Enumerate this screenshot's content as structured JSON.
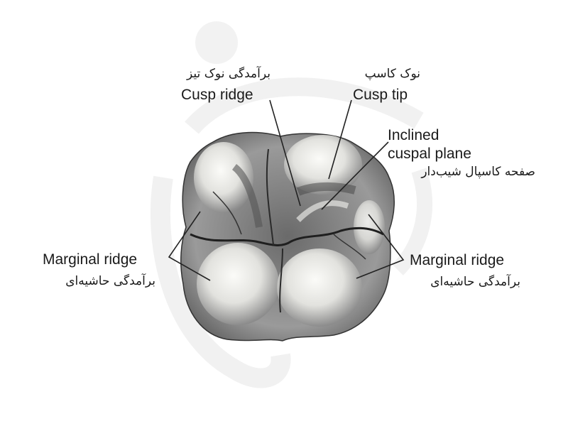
{
  "diagram": {
    "subject": "Occlusal view of a molar tooth",
    "labels": {
      "cusp_ridge": {
        "fa": "برآمدگی نوک تیز",
        "en": "Cusp ridge"
      },
      "cusp_tip": {
        "fa": "نوک کاسپ",
        "en": "Cusp tip"
      },
      "inclined_plane": {
        "en_line1": "Inclined",
        "en_line2": "cuspal plane",
        "fa": "صفحه کاسپال شیب‌دار"
      },
      "marginal_ridge_left": {
        "en": "Marginal ridge",
        "fa": "برآمدگی حاشیه‌ای"
      },
      "marginal_ridge_right": {
        "en": "Marginal ridge",
        "fa": "برآمدگی حاشیه‌ای"
      }
    },
    "colors": {
      "background": "#ffffff",
      "text": "#1a1a1a",
      "leader_line": "#222222",
      "watermark": "#f1f1f1",
      "tooth_light": "#f7f7f4",
      "tooth_mid": "#a9a9a9",
      "tooth_dark": "#3c3c3c"
    }
  }
}
